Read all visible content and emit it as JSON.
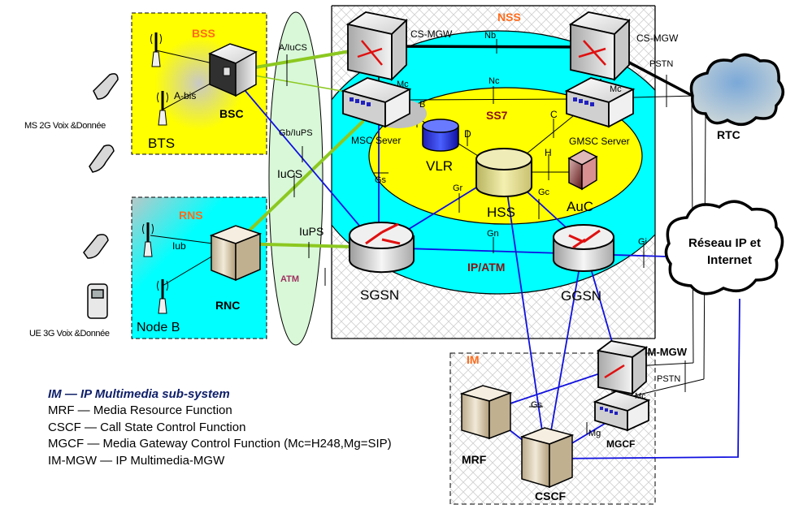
{
  "diagram": {
    "regions": {
      "bss": "BSS",
      "rns": "RNS",
      "nss": "NSS",
      "ss7": "SS7",
      "ip_atm": "IP/ATM",
      "atm": "ATM",
      "im": "IM"
    },
    "nodes": {
      "bsc": "BSC",
      "bts": "BTS",
      "rnc": "RNC",
      "node_b": "Node B",
      "ms_2g": "MS 2G Voix &Donnée",
      "ue_3g": "UE 3G Voix &Donnée",
      "cs_mgw_left": "CS-MGW",
      "cs_mgw_right": "CS-MGW",
      "msc_server": "MSC Sever",
      "gmsc_server": "GMSC Server",
      "vlr": "VLR",
      "hss": "HSS",
      "auc": "AuC",
      "sgsn": "SGSN",
      "ggsn": "GGSN",
      "rtc": "RTC",
      "internet_line1": "Réseau IP et",
      "internet_line2": "Internet",
      "im_mgw": "IM-MGW",
      "mgcf": "MGCF",
      "mrf": "MRF",
      "cscf": "CSCF"
    },
    "interfaces": {
      "a_bis": "A-bis",
      "iub": "Iub",
      "a_iucs": "A/IuCS",
      "gb_iups": "Gb/IuPS",
      "iucs": "IuCS",
      "iups": "IuPS",
      "nb": "Nb",
      "nc": "Nc",
      "mc_left": "Mc",
      "mc_right": "Mc",
      "mc_im": "Mc",
      "pstn_top": "PSTN",
      "pstn_im": "PSTN",
      "b": "B",
      "c": "C",
      "d": "D",
      "h": "H",
      "gs": "Gs",
      "gr": "Gr",
      "gc": "Gc",
      "gn": "Gn",
      "gi": "Gi",
      "gs_im": "Gs",
      "mg": "Mg"
    },
    "colors": {
      "bss_fill": "#ffff00",
      "rns_fill": "#00ffff",
      "nss_outer": "#00ffff",
      "ss7_fill": "#ffff00",
      "atm_fill": "#d8f8d8",
      "region_label": "#ff6a1a",
      "ss7_label": "#8b1010",
      "green_link": "#8cc820",
      "blue_link": "#1010e0",
      "legend_title": "#10206a"
    }
  },
  "legend": {
    "title": "IM — IP Multimedia sub-system",
    "items": [
      "MRF — Media Resource Function",
      "CSCF — Call State Control Function",
      "MGCF — Media Gateway Control Function (Mc=H248,Mg=SIP)",
      "IM-MGW — IP Multimedia-MGW"
    ]
  }
}
